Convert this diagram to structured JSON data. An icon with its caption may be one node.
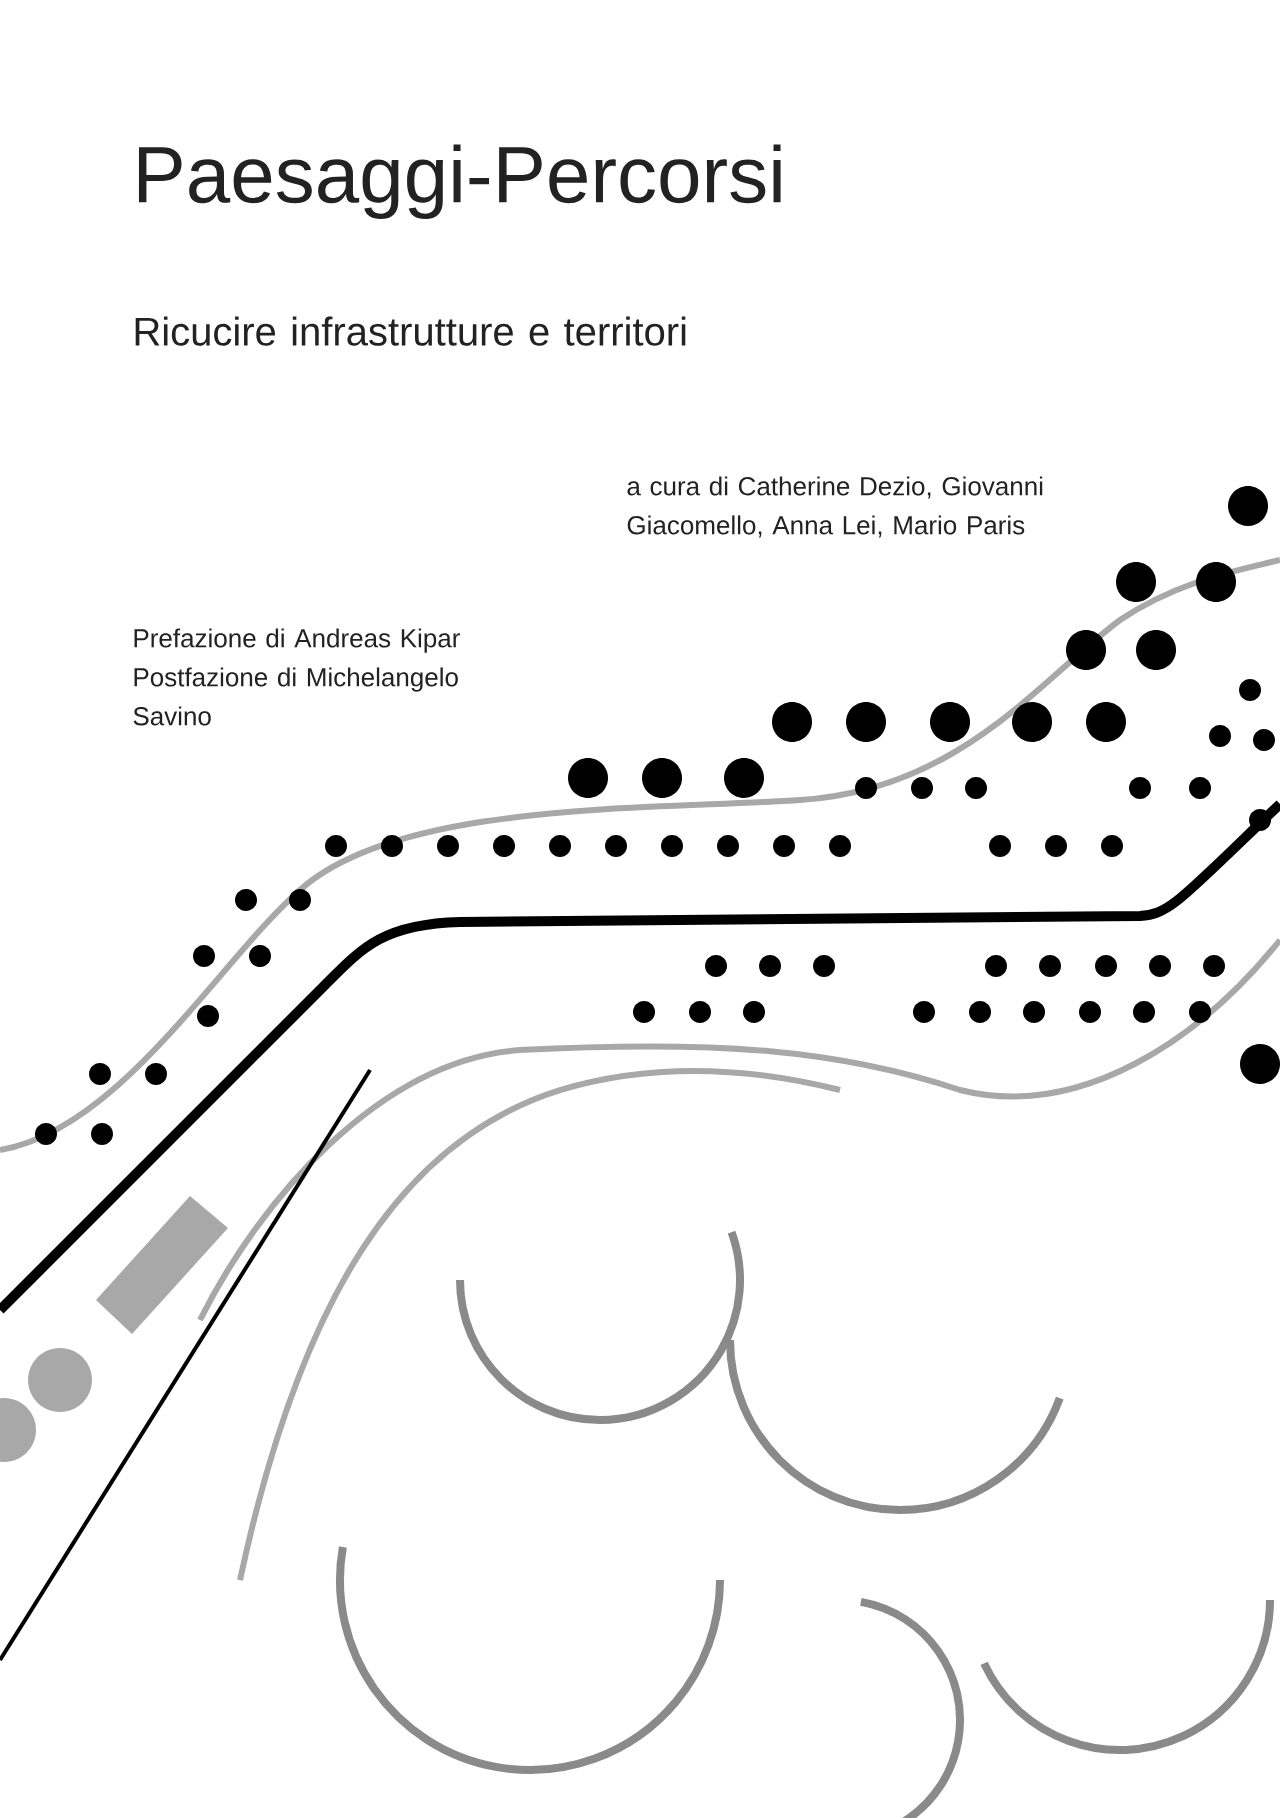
{
  "diagram": {
    "title": "Paesaggi-Percorsi",
    "labels": [
      "Ricucire infrastrutture e territori",
      "a cura di Catherine Dezio, Giovanni Giacomello, Anna Lei, Mario Paris",
      "Prefazione di Andreas Kipar Postfazione di Michelangelo Savino"
    ]
  }
}
